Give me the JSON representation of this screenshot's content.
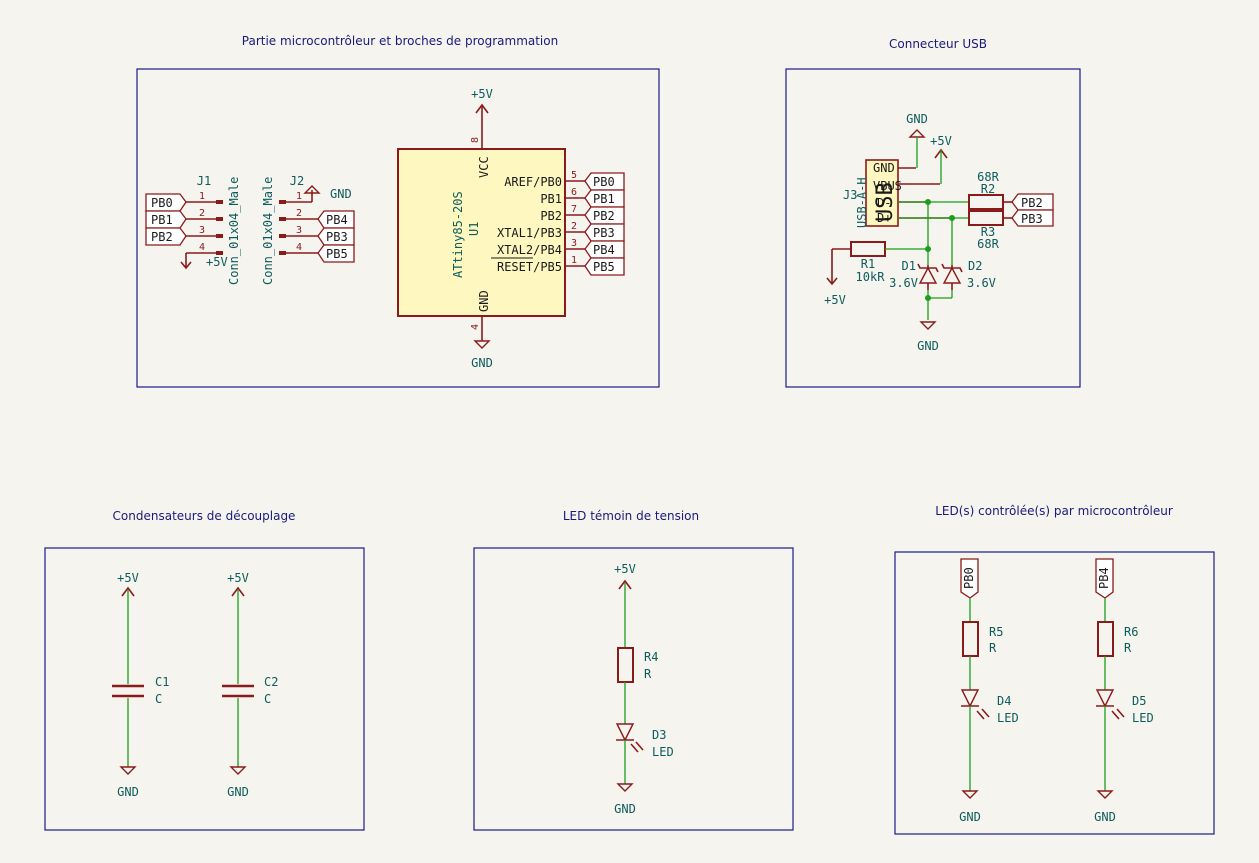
{
  "sheets": {
    "mcu": "Partie microcontrôleur et broches de programmation",
    "usb": "Connecteur USB",
    "decoupling": "Condensateurs de découplage",
    "power_led": "LED témoin de tension",
    "mcu_leds": "LED(s) contrôlée(s) par microcontrôleur"
  },
  "power": {
    "vcc": "+5V",
    "gnd": "GND"
  },
  "j1": {
    "ref": "J1",
    "value": "Conn_01x04_Male",
    "pins": [
      "1",
      "2",
      "3",
      "4"
    ],
    "labels": [
      "PB0",
      "PB1",
      "PB2"
    ]
  },
  "j2": {
    "ref": "J2",
    "value": "Conn_01x04_Male",
    "pins": [
      "1",
      "2",
      "3",
      "4"
    ],
    "labels": [
      "PB4",
      "PB3",
      "PB5"
    ]
  },
  "u1": {
    "ref": "U1",
    "value": "ATtiny85-20S",
    "vcc_pin_name": "VCC",
    "vcc_pin_num": "8",
    "gnd_pin_name": "GND",
    "gnd_pin_num": "4",
    "pins": [
      {
        "name": "AREF/PB0",
        "num": "5",
        "label": "PB0"
      },
      {
        "name": "PB1",
        "num": "6",
        "label": "PB1"
      },
      {
        "name": "PB2",
        "num": "7",
        "label": "PB2"
      },
      {
        "name": "XTAL1/PB3",
        "num": "2",
        "label": "PB3"
      },
      {
        "name": "XTAL2/PB4",
        "num": "3",
        "label": "PB4"
      },
      {
        "name": "RESET/PB5",
        "num": "1",
        "label": "PB5"
      }
    ]
  },
  "j3": {
    "ref": "J3",
    "value": "USB-A-H",
    "body_text": "USB",
    "pin_names": [
      "GND",
      "VBUS",
      "D-",
      "D+"
    ]
  },
  "r1": {
    "ref": "R1",
    "value": "10kR"
  },
  "r2": {
    "ref": "R2",
    "value": "68R"
  },
  "r3": {
    "ref": "R3",
    "value": "68R"
  },
  "d1": {
    "ref": "D1",
    "value": "3.6V"
  },
  "d2": {
    "ref": "D2",
    "value": "3.6V"
  },
  "usb_labels": {
    "dplus": "PB2",
    "dminus": "PB3"
  },
  "c1": {
    "ref": "C1",
    "value": "C"
  },
  "c2": {
    "ref": "C2",
    "value": "C"
  },
  "r4": {
    "ref": "R4",
    "value": "R"
  },
  "d3": {
    "ref": "D3",
    "value": "LED"
  },
  "r5": {
    "ref": "R5",
    "value": "R"
  },
  "d4": {
    "ref": "D4",
    "value": "LED"
  },
  "r6": {
    "ref": "R6",
    "value": "R"
  },
  "d5": {
    "ref": "D5",
    "value": "LED"
  },
  "led_labels": {
    "a": "PB0",
    "b": "PB4"
  }
}
